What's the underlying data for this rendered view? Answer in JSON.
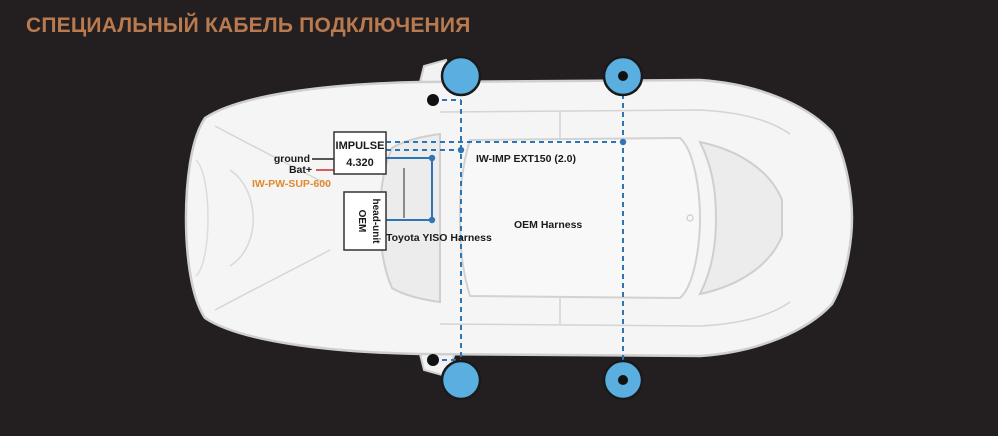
{
  "title": "СПЕЦИАЛЬНЫЙ КАБЕЛЬ ПОДКЛЮЧЕНИЯ",
  "colors": {
    "background": "#231f20",
    "title": "#b97a4f",
    "car_body": "#f4f4f4",
    "car_outline": "#cfcfcf",
    "wire": "#2f74b5",
    "speaker": "#5aaee0",
    "accent_label": "#e08a2c",
    "ground_wire": "#222222",
    "bat_wire": "#d42a2a"
  },
  "boxes": {
    "amplifier": {
      "line1": "IMPULSE",
      "line2": "4.320"
    },
    "head_unit": {
      "line1": "OEM",
      "line2": "head-unit"
    }
  },
  "labels": {
    "ground": "ground",
    "bat": "Bat+",
    "power_cable": "IW-PW-SUP-600",
    "ext_cable": "IW-IMP EXT150 (2.0)",
    "iso_harness": "Toyota YISO Harness",
    "oem_harness": "OEM Harness"
  }
}
